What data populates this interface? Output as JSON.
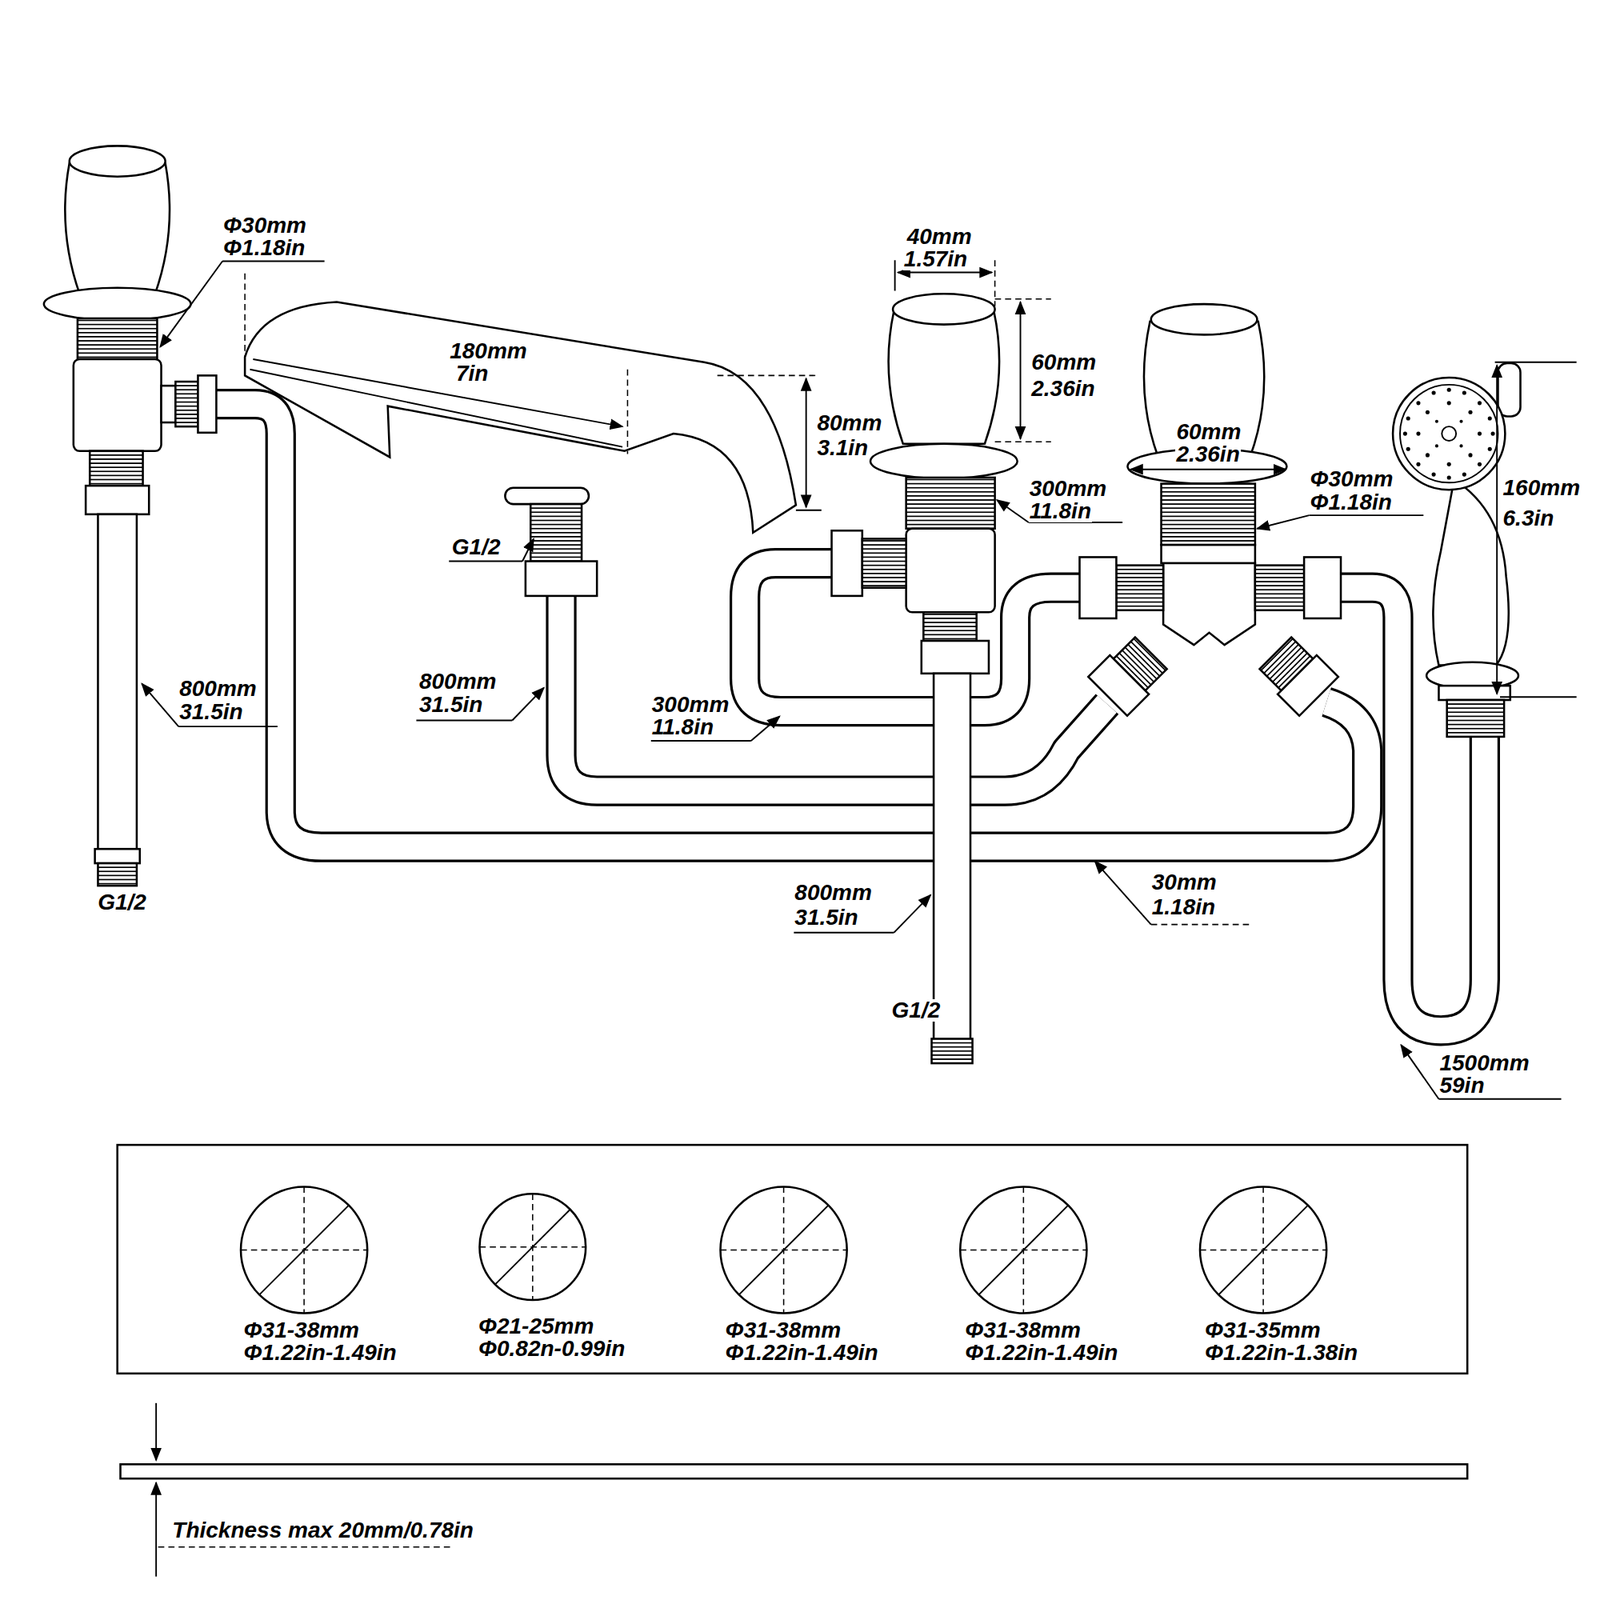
{
  "diagram": {
    "labels": [
      "Φ30mm",
      "Φ1.18in",
      "180mm",
      "7in",
      "40mm",
      "1.57in",
      "60mm",
      "2.36in",
      "80mm",
      "3.1in",
      "60mm",
      "2.36in",
      "300mm",
      "11.8in",
      "Φ30mm",
      "Φ1.18in",
      "160mm",
      "6.3in",
      "G1/2",
      "800mm",
      "31.5in",
      "800mm",
      "31.5in",
      "300mm",
      "11.8in",
      "800mm",
      "31.5in",
      "30mm",
      "1.18in",
      "G1/2",
      "G1/2",
      "1500mm",
      "59in",
      "Φ31-38mm",
      "Φ1.22in-1.49in",
      "Φ21-25mm",
      "Φ0.82n-0.99in",
      "Φ31-38mm",
      "Φ1.22in-1.49in",
      "Φ31-38mm",
      "Φ1.22in-1.49in",
      "Φ31-35mm",
      "Φ1.22in-1.38in",
      "Thickness max 20mm/0.78in"
    ]
  }
}
